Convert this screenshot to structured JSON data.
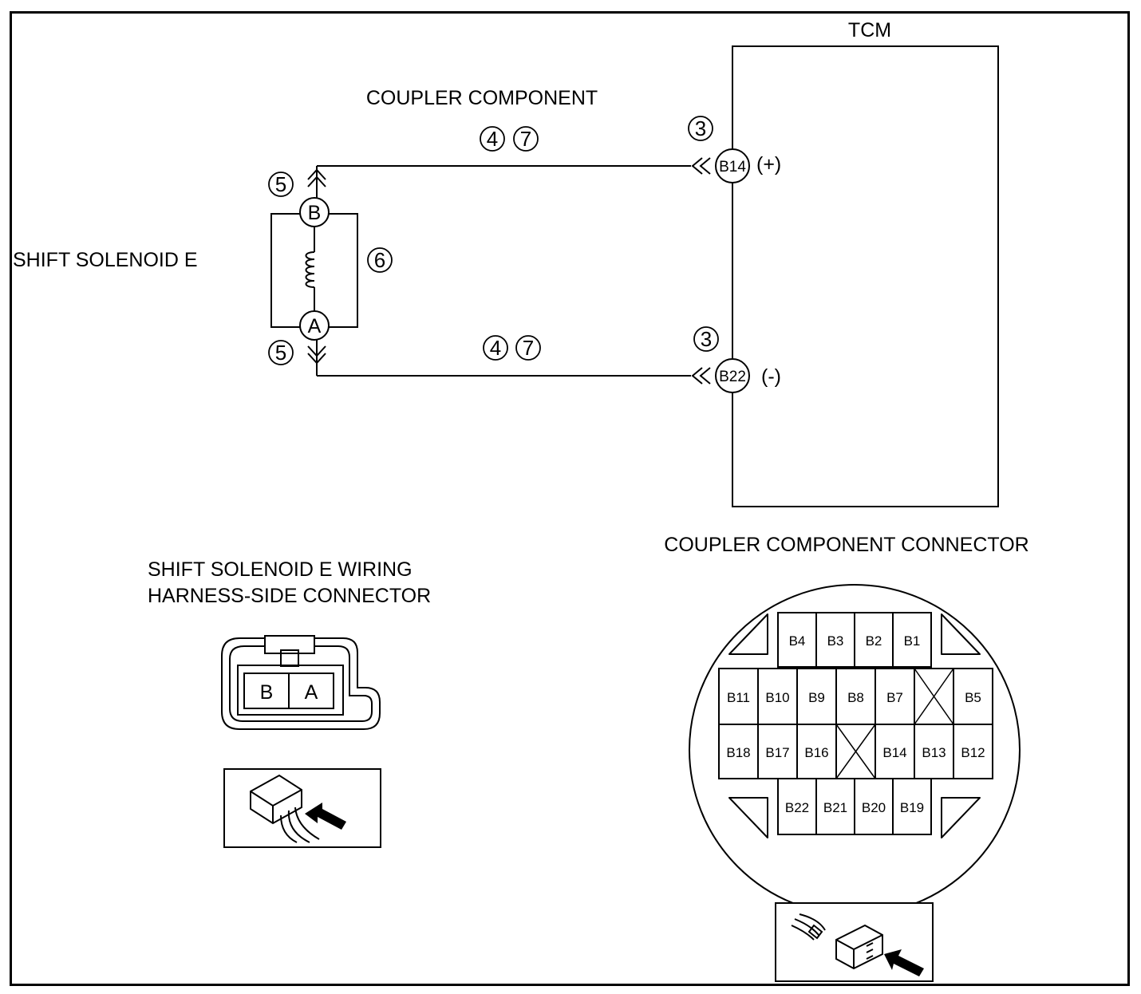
{
  "tcm_label": "TCM",
  "coupler_label": "COUPLER COMPONENT",
  "solenoid_label": "SHIFT SOLENOID E",
  "harness_connector_label": [
    "SHIFT SOLENOID E WIRING",
    "HARNESS-SIDE CONNECTOR"
  ],
  "coupler_connector_label": "COUPLER COMPONENT CONNECTOR",
  "solenoid_terminals": {
    "top": "B",
    "bottom": "A"
  },
  "tcm_terminals": [
    {
      "pin": "B14",
      "polarity": "(+)"
    },
    {
      "pin": "B22",
      "polarity": "(-)"
    }
  ],
  "step_numbers": {
    "tcm_top": "3",
    "tcm_bottom": "3",
    "wire_top": [
      "4",
      "7"
    ],
    "wire_bottom": [
      "4",
      "7"
    ],
    "solenoid_top": "5",
    "solenoid_bottom": "5",
    "coil": "6"
  },
  "harness_connector_pins": [
    "B",
    "A"
  ],
  "coupler_connector_rows": [
    [
      "B4",
      "B3",
      "B2",
      "B1"
    ],
    [
      "B11",
      "B10",
      "B9",
      "B8",
      "B7",
      "",
      "B5"
    ],
    [
      "B18",
      "B17",
      "B16",
      "",
      "B14",
      "B13",
      "B12"
    ],
    [
      "B22",
      "B21",
      "B20",
      "B19"
    ]
  ]
}
